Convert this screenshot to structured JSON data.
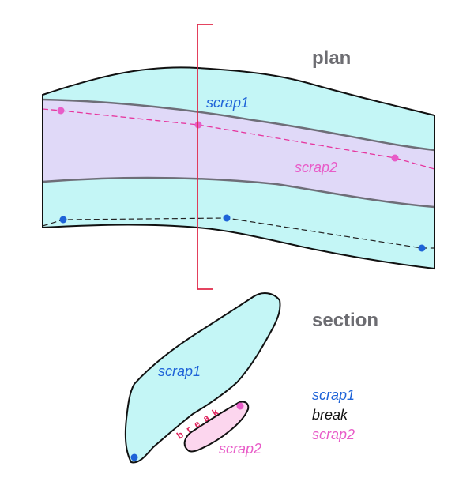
{
  "plan": {
    "title": "plan",
    "scrap1_label": "scrap1",
    "scrap2_label": "scrap2"
  },
  "section": {
    "title": "section",
    "scrap1_label": "scrap1",
    "scrap2_label": "scrap2",
    "break_label": "break"
  },
  "legend": {
    "scrap1": "scrap1",
    "break": "break",
    "scrap2": "scrap2"
  },
  "colors": {
    "scrap1": "#1e63d8",
    "scrap2": "#e85cc8",
    "break_text": "#e0245e",
    "break_legend": "#111111",
    "cyan_fill": "#c4f6f6",
    "lavender_fill": "#e0d9f8",
    "pink_fill": "#fcd6ee",
    "section_line": "#e02a4a",
    "title_gray": "#6d6d72"
  }
}
